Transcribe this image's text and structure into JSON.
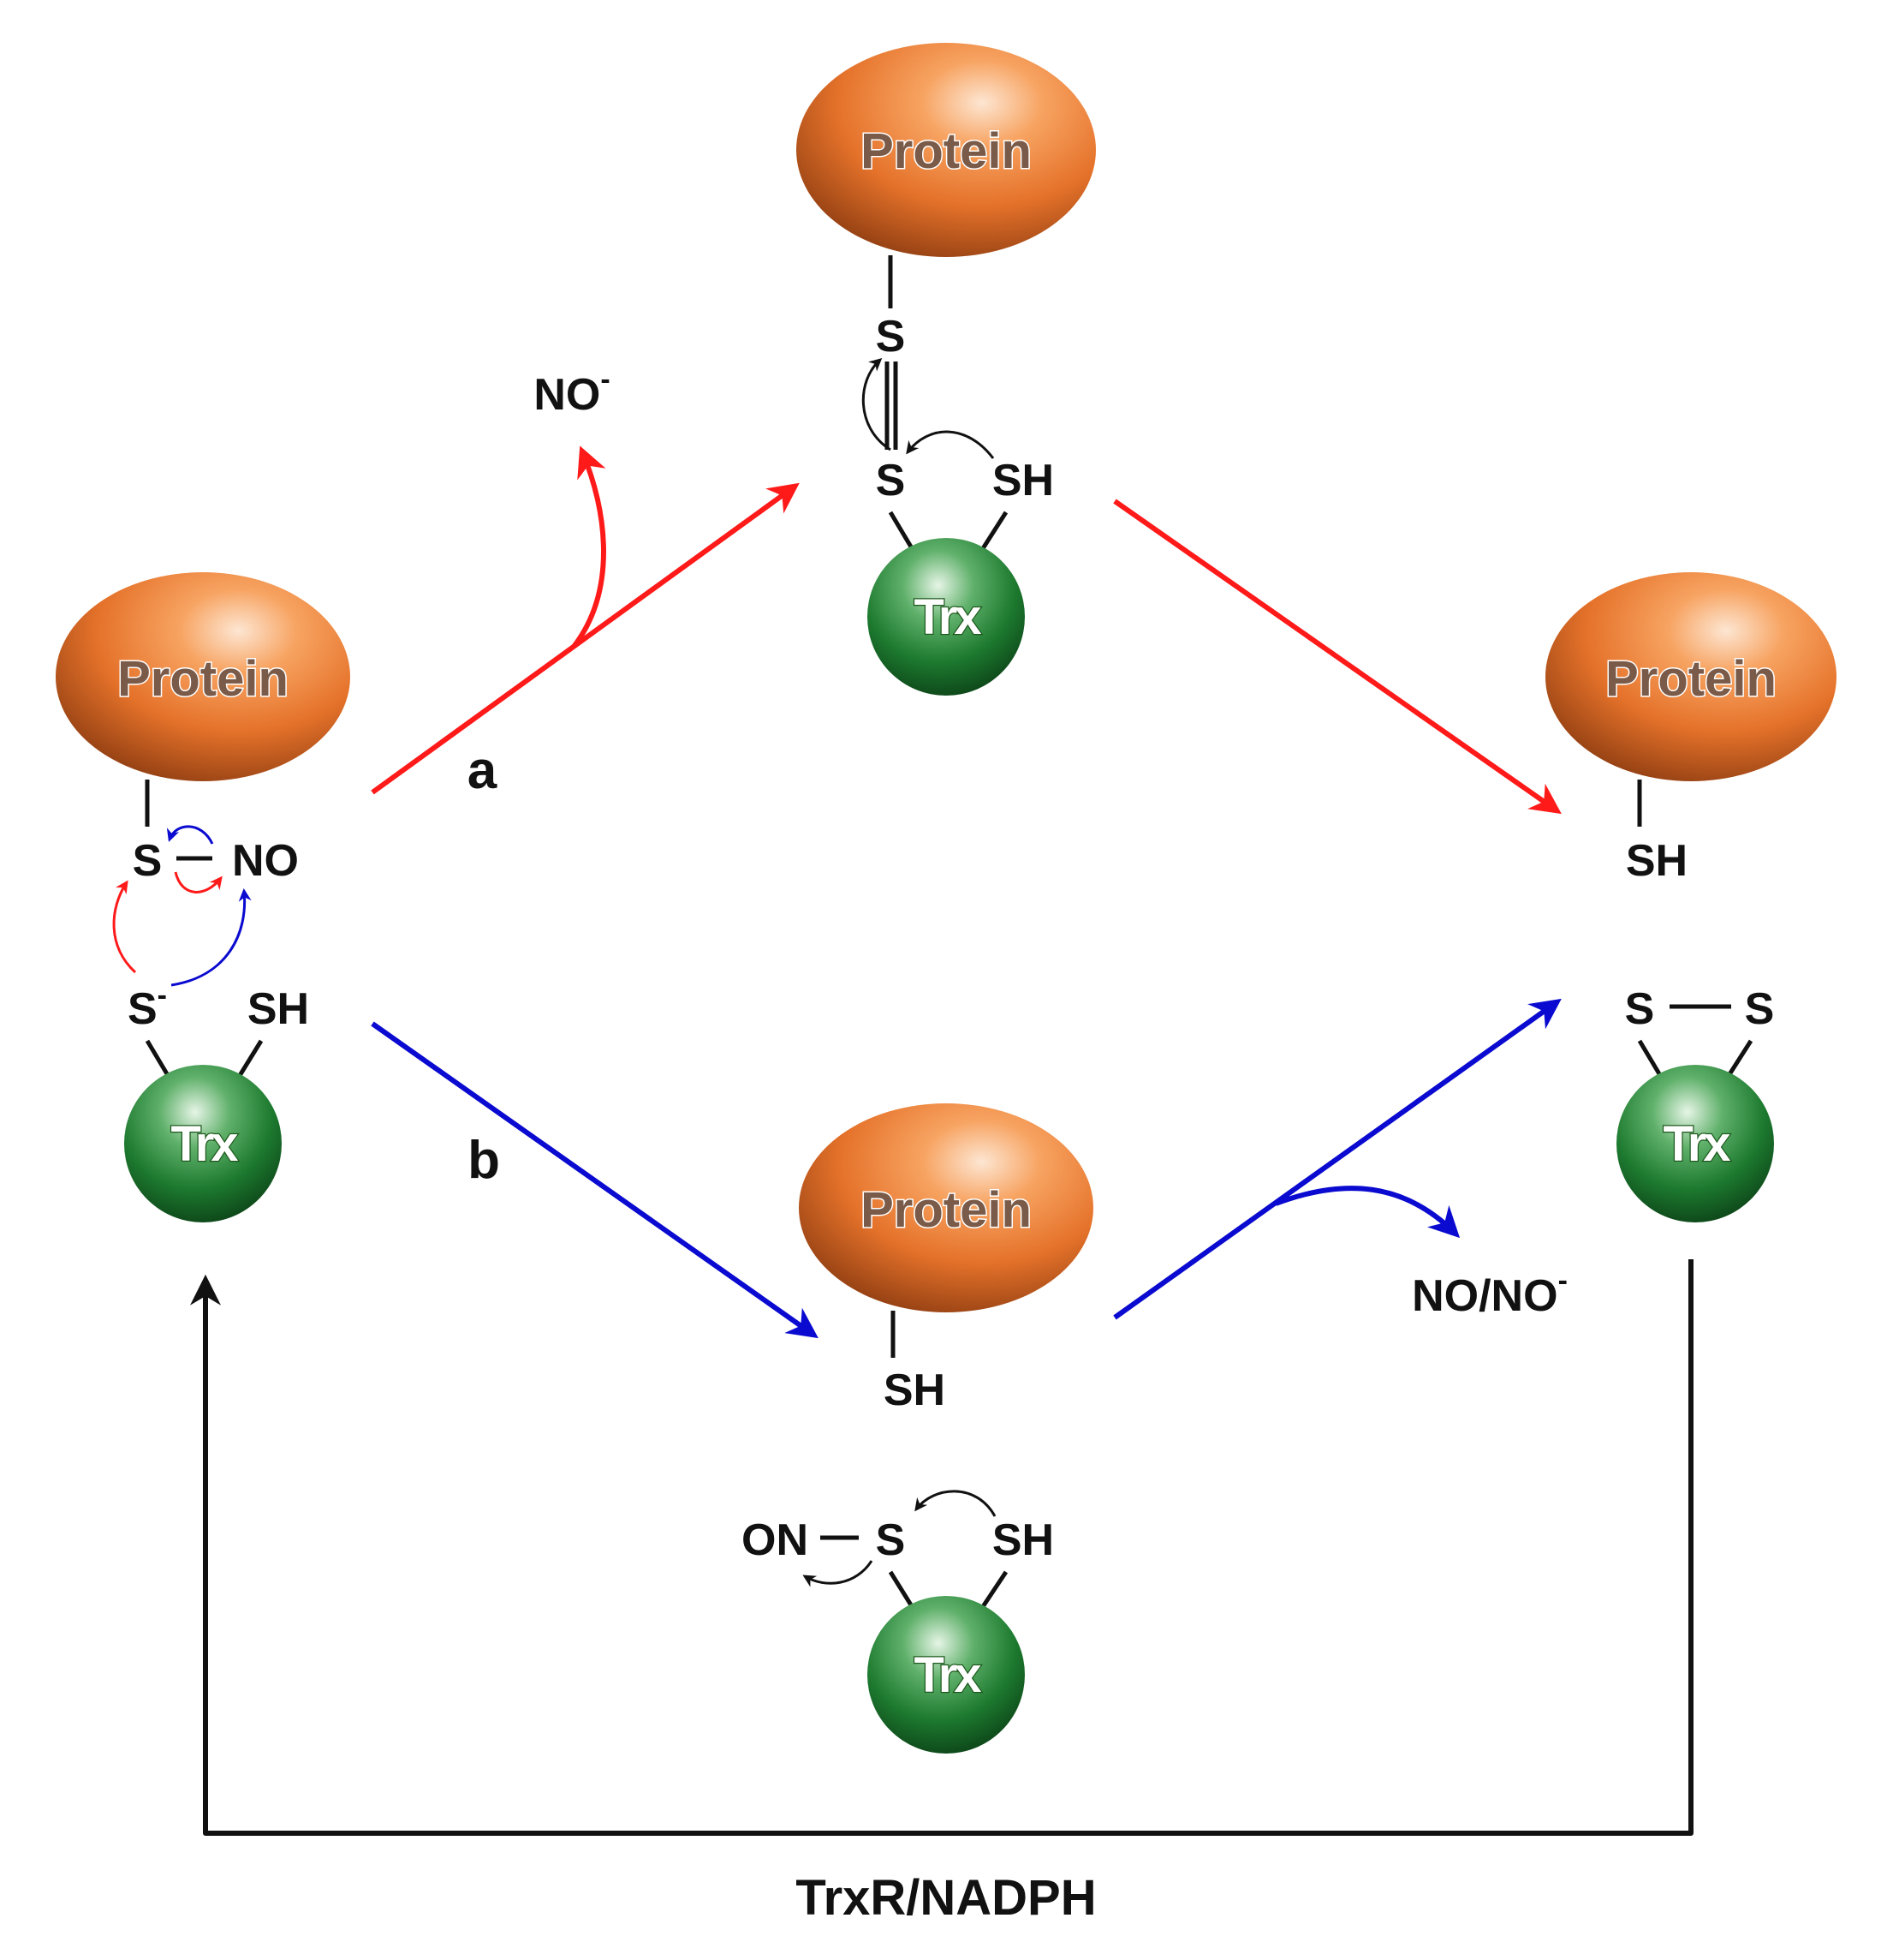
{
  "labels": {
    "protein": "Protein",
    "trx": "Trx",
    "s": "S",
    "sh": "SH",
    "no": "NO",
    "on": "ON",
    "no_minus": "NO",
    "no_no_minus": "NO/NO",
    "minus": "-",
    "path_a": "a",
    "path_b": "b",
    "cofactor": "TrxR/NADPH"
  },
  "colors": {
    "path_a": "#ff1a1a",
    "path_b": "#0a0ad0",
    "regeneration": "#111111",
    "protein_body": "#f08a3a",
    "protein_highlight": "#fde0c8",
    "trx_body": "#1e7a2e",
    "trx_highlight": "#d8f0d8"
  }
}
